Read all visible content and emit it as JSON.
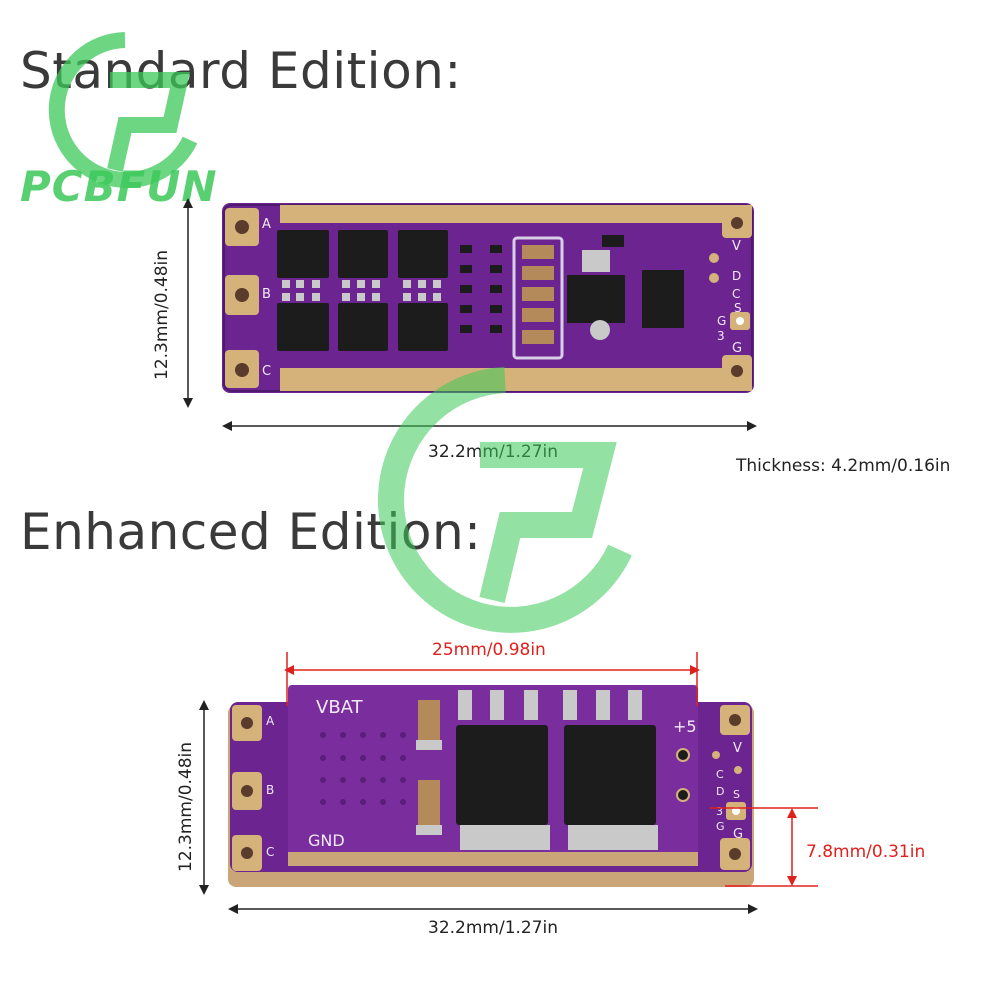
{
  "brand": {
    "name": "PCBFUN"
  },
  "standard": {
    "title": "Standard Edition:",
    "length_label": "32.2mm/1.27in",
    "width_label": "12.3mm/0.48in",
    "thickness_label": "Thickness: 4.2mm/0.16in",
    "pads_left": [
      "A",
      "B",
      "C"
    ],
    "pins_right": [
      "V",
      "D",
      "C",
      "S",
      "3",
      "G",
      "G"
    ]
  },
  "enhanced": {
    "title": "Enhanced Edition:",
    "board_length_label": "25mm/0.98in",
    "length_label": "32.2mm/1.27in",
    "width_label": "12.3mm/0.48in",
    "height_label": "7.8mm/0.31in",
    "silk_vbat": "VBAT",
    "silk_gnd": "GND",
    "silk_plus5": "+5",
    "pads_left": [
      "A",
      "B",
      "C"
    ],
    "pins_right": [
      "V",
      "C",
      "D",
      "S",
      "3",
      "G",
      "G"
    ]
  },
  "colors": {
    "pcb_purple": "#6b2490",
    "pad_gold": "#d4b27a",
    "dim_red": "#e0201c",
    "watermark_green": "#3cc85a"
  }
}
